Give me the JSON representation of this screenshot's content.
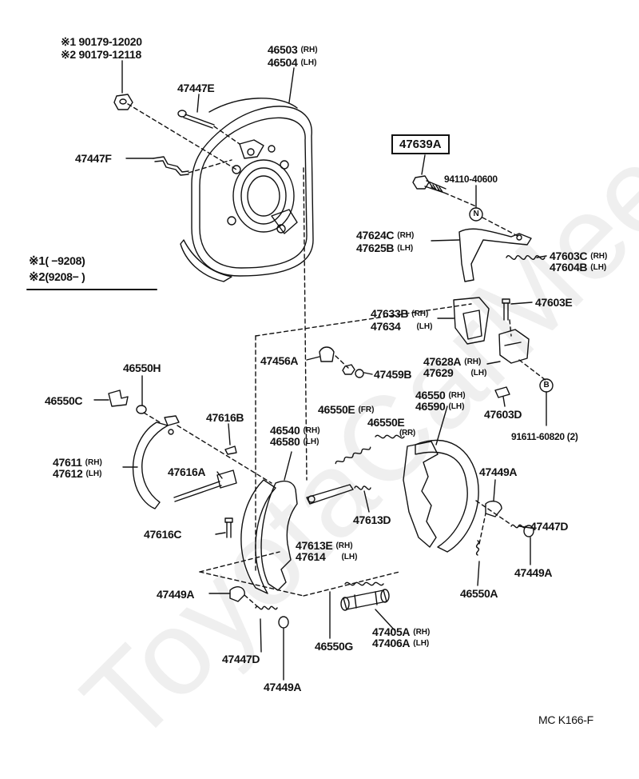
{
  "watermark": "ToyotaCarMee.ru",
  "footer_code": "MC  K166-F",
  "highlighted_part": "47639A",
  "notes": {
    "n1_mark": "※1",
    "n1_number": "90179-12020",
    "n2_mark": "※2",
    "n2_number": "90179-12118",
    "range1_mark": "※1",
    "range1_text": "(      −9208)",
    "range2_mark": "※2",
    "range2_text": "(9208−         )"
  },
  "labels": {
    "p46503": "46503",
    "p46503_side": "(RH)",
    "p46504": "46504",
    "p46504_side": "(LH)",
    "p47447E": "47447E",
    "p47447F": "47447F",
    "p94110": "94110-40600",
    "p47624C": "47624C",
    "p47624C_side": "(RH)",
    "p47625B": "47625B",
    "p47625B_side": "(LH)",
    "p47603C": "47603C",
    "p47603C_side": "(RH)",
    "p47604B": "47604B",
    "p47604B_side": "(LH)",
    "p47603E": "47603E",
    "p47633B": "47633B",
    "p47633B_side": "(RH)",
    "p47634": "47634",
    "p47634_side": "(LH)",
    "p47456A": "47456A",
    "p47459B": "47459B",
    "p47628A": "47628A",
    "p47628A_side": "(RH)",
    "p47629": "47629",
    "p47629_side": "(LH)",
    "p46550H": "46550H",
    "p46550C": "46550C",
    "p47616B": "47616B",
    "p46540": "46540",
    "p46540_side": "(RH)",
    "p46580": "46580",
    "p46580_side": "(LH)",
    "p46550E_fr": "46550E",
    "p46550E_fr_side": "(FR)",
    "p46550E_rr": "46550E",
    "p46550E_rr_side": "(RR)",
    "p46550": "46550",
    "p46550_side": "(RH)",
    "p46590": "46590",
    "p46590_side": "(LH)",
    "p47603D": "47603D",
    "p91611": "91611-60820 (2)",
    "p47611": "47611",
    "p47611_side": "(RH)",
    "p47612": "47612",
    "p47612_side": "(LH)",
    "p47616A": "47616A",
    "p47449A_r": "47449A",
    "p47616C": "47616C",
    "p47613D": "47613D",
    "p47447D_r": "47447D",
    "p47613E": "47613E",
    "p47613E_side": "(RH)",
    "p47614": "47614",
    "p47614_side": "(LH)",
    "p47449A_r2": "47449A",
    "p46550A": "46550A",
    "p47449A_l": "47449A",
    "p47405A": "47405A",
    "p47405A_side": "(RH)",
    "p47406A": "47406A",
    "p47406A_side": "(LH)",
    "p47447D_l": "47447D",
    "p46550G": "46550G",
    "p47449A_b": "47449A"
  },
  "callout_letters": {
    "n": "N",
    "b": "B"
  }
}
